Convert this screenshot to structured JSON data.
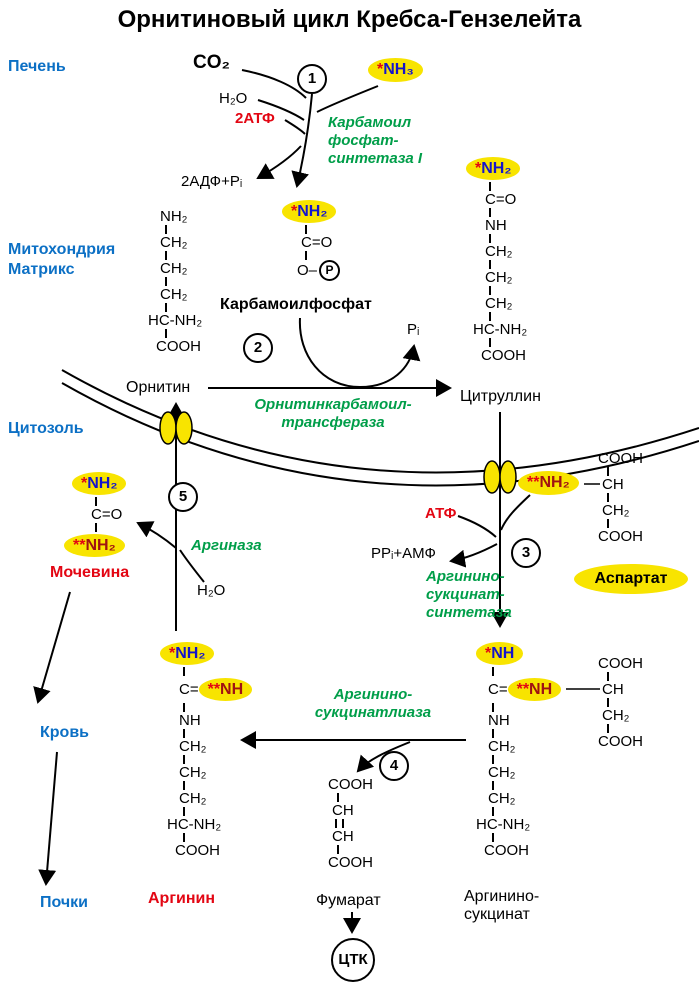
{
  "title": "Орнитиновый цикл Кребса-Гензелейта",
  "colors": {
    "highlight_yellow": "#f8e400",
    "enzyme_green": "#009e49",
    "region_blue": "#0c70c5",
    "accent_red": "#e30613",
    "nitrogen_blue": "#1414cc",
    "nitrogen_dark_red": "#a01212"
  },
  "regions": {
    "liver": "Печень",
    "mitochondria": "Митохондрия",
    "matrix": "Матрикс",
    "cytosol": "Цитозоль",
    "blood": "Кровь",
    "kidneys": "Почки"
  },
  "steps": {
    "s1": "1",
    "s2": "2",
    "s3": "3",
    "s4": "4",
    "s5": "5"
  },
  "small": {
    "co2": "CO₂",
    "h2o_top": "H₂O",
    "atp2": "2АТФ",
    "adp_pi": "2АДФ+Pᵢ",
    "pi": "Pᵢ",
    "atp": "АТФ",
    "ppi_amp": "PPᵢ+АМФ",
    "h2o_arginase": "H₂O",
    "tca": "ЦТК"
  },
  "tags": {
    "nh3": {
      "star": "*",
      "text": "NH₃"
    },
    "nh2_carbamoyl": {
      "star": "*",
      "text": "NH₂"
    },
    "nh2_citrulline": {
      "star": "*",
      "text": "NH₂"
    },
    "nh2_urea_top": {
      "star": "*",
      "text": "NH₂"
    },
    "nh2_urea_bottom": {
      "star": "**",
      "text": "NH₂"
    },
    "nh2_aspartate": {
      "star": "**",
      "text": "NH₂"
    },
    "nh2_arginine": {
      "star": "*",
      "text": "NH₂"
    },
    "nh_arginine": {
      "star": "**",
      "text": "NH"
    },
    "nh_argsuccinate_top": {
      "star": "*",
      "text": "NH"
    },
    "nh_argsuccinate": {
      "star": "**",
      "text": "NH"
    },
    "aspartate_label": "Аспартат"
  },
  "enzymes": {
    "cps": [
      "Карбамоил",
      "фосфат-",
      "синтетаза I"
    ],
    "otc": [
      "Орнитинкарбамоил-",
      "трансфераза"
    ],
    "ass": [
      "Аргинино-",
      "сукцинат-",
      "синтетаза"
    ],
    "asl": [
      "Аргинино-",
      "сукцинатлиаза"
    ],
    "arginase": "Аргиназа"
  },
  "molecules": {
    "carbamoyl_phosphate": {
      "label": "Карбамоилфосфат",
      "row_co": "C=O",
      "row_o": "O",
      "dash": "–",
      "p": "P"
    },
    "ornithine": {
      "label": "Орнитин",
      "rows": [
        "NH₂",
        "CH₂",
        "CH₂",
        "CH₂",
        "HC-NH₂",
        "COOH"
      ]
    },
    "citrulline": {
      "label": "Цитруллин",
      "rows": [
        "C=O",
        "NH",
        "CH₂",
        "CH₂",
        "CH₂",
        "HC-NH₂",
        "COOH"
      ]
    },
    "urea": {
      "label": "Мочевина",
      "row_co": "C=O"
    },
    "arginine": {
      "label": "Аргинин",
      "c": "C=",
      "rows": [
        "NH",
        "CH₂",
        "CH₂",
        "CH₂",
        "HC-NH₂",
        "COOH"
      ]
    },
    "argininosuccinate": {
      "label_line1": "Аргинино-",
      "label_line2": "сукцинат",
      "c": "C=",
      "rows": [
        "NH",
        "CH₂",
        "CH₂",
        "CH₂",
        "HC-NH₂",
        "COOH"
      ]
    },
    "succinate_part": {
      "rows": [
        "COOH",
        "CH",
        "CH₂",
        "COOH"
      ]
    },
    "aspartate_part": {
      "rows": [
        "COOH",
        "CH",
        "CH₂",
        "COOH"
      ]
    },
    "fumarate": {
      "label": "Фумарат",
      "rows": [
        "COOH",
        "CH",
        "CH",
        "COOH"
      ]
    }
  }
}
